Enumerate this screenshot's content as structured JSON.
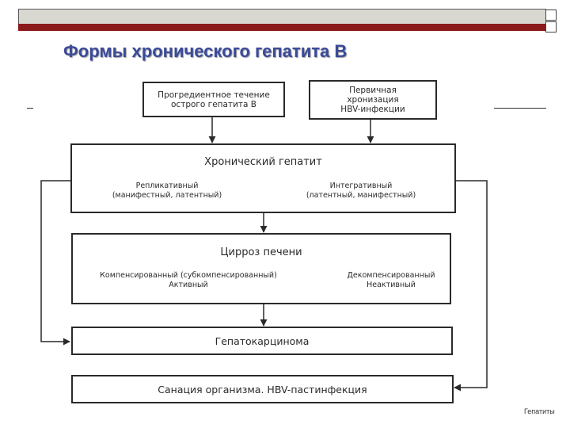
{
  "slide": {
    "title": "Формы хронического гепатита В",
    "footer": "Гепатиты"
  },
  "diagram": {
    "source_left": {
      "line1": "Прогредиентное течение",
      "line2": "острого гепатита В"
    },
    "source_right": {
      "line1": "Первичная",
      "line2": "хронизация",
      "line3": "HBV-инфекции"
    },
    "chronic": {
      "title": "Хронический гепатит",
      "left": {
        "line1": "Репликативный",
        "line2": "(манифестный, латентный)"
      },
      "right": {
        "line1": "Интегративный",
        "line2": "(латентный, манифестный)"
      }
    },
    "cirrhosis": {
      "title": "Цирроз печени",
      "left": {
        "line1": "Компенсированный (субкомпенсированный)",
        "line2": "Активный"
      },
      "right": {
        "line1": "Декомпенсированный",
        "line2": "Неактивный"
      }
    },
    "hcc": {
      "title": "Гепатокарцинома"
    },
    "sanation": {
      "title": "Санация организма. HBV-пастинфекция"
    }
  }
}
